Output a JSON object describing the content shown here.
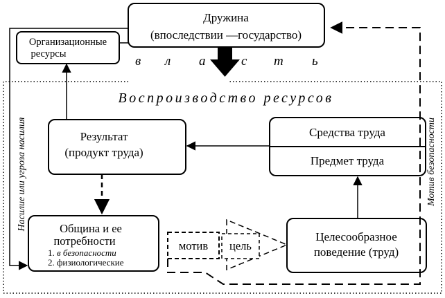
{
  "druzhina": {
    "line1": "Дружина",
    "line2": "(впоследствии —государство)"
  },
  "org_resources": {
    "line1": "Организационные",
    "line2": "ресурсы"
  },
  "vlast_letters": [
    "в",
    "л",
    "а",
    "с",
    "т",
    "ь"
  ],
  "reproduction_title": "Воспроизводство ресурсов",
  "left_side_label": "Насилие или угроза насилия",
  "right_side_label": "Мотив безопасности",
  "result": {
    "line1": "Результат",
    "line2": "(продукт труда)"
  },
  "means_of_labor": "Средства труда",
  "object_of_labor": "Предмет труда",
  "community": {
    "line1": "Община и ее",
    "line2": "потребности",
    "item1_prefix": "1. ",
    "item1_text": "в безопасности",
    "item2": "2. физиологические"
  },
  "motive": "мотив",
  "goal": "цель",
  "behavior": {
    "line1": "Целесообразное",
    "line2": "поведение (труд)"
  }
}
